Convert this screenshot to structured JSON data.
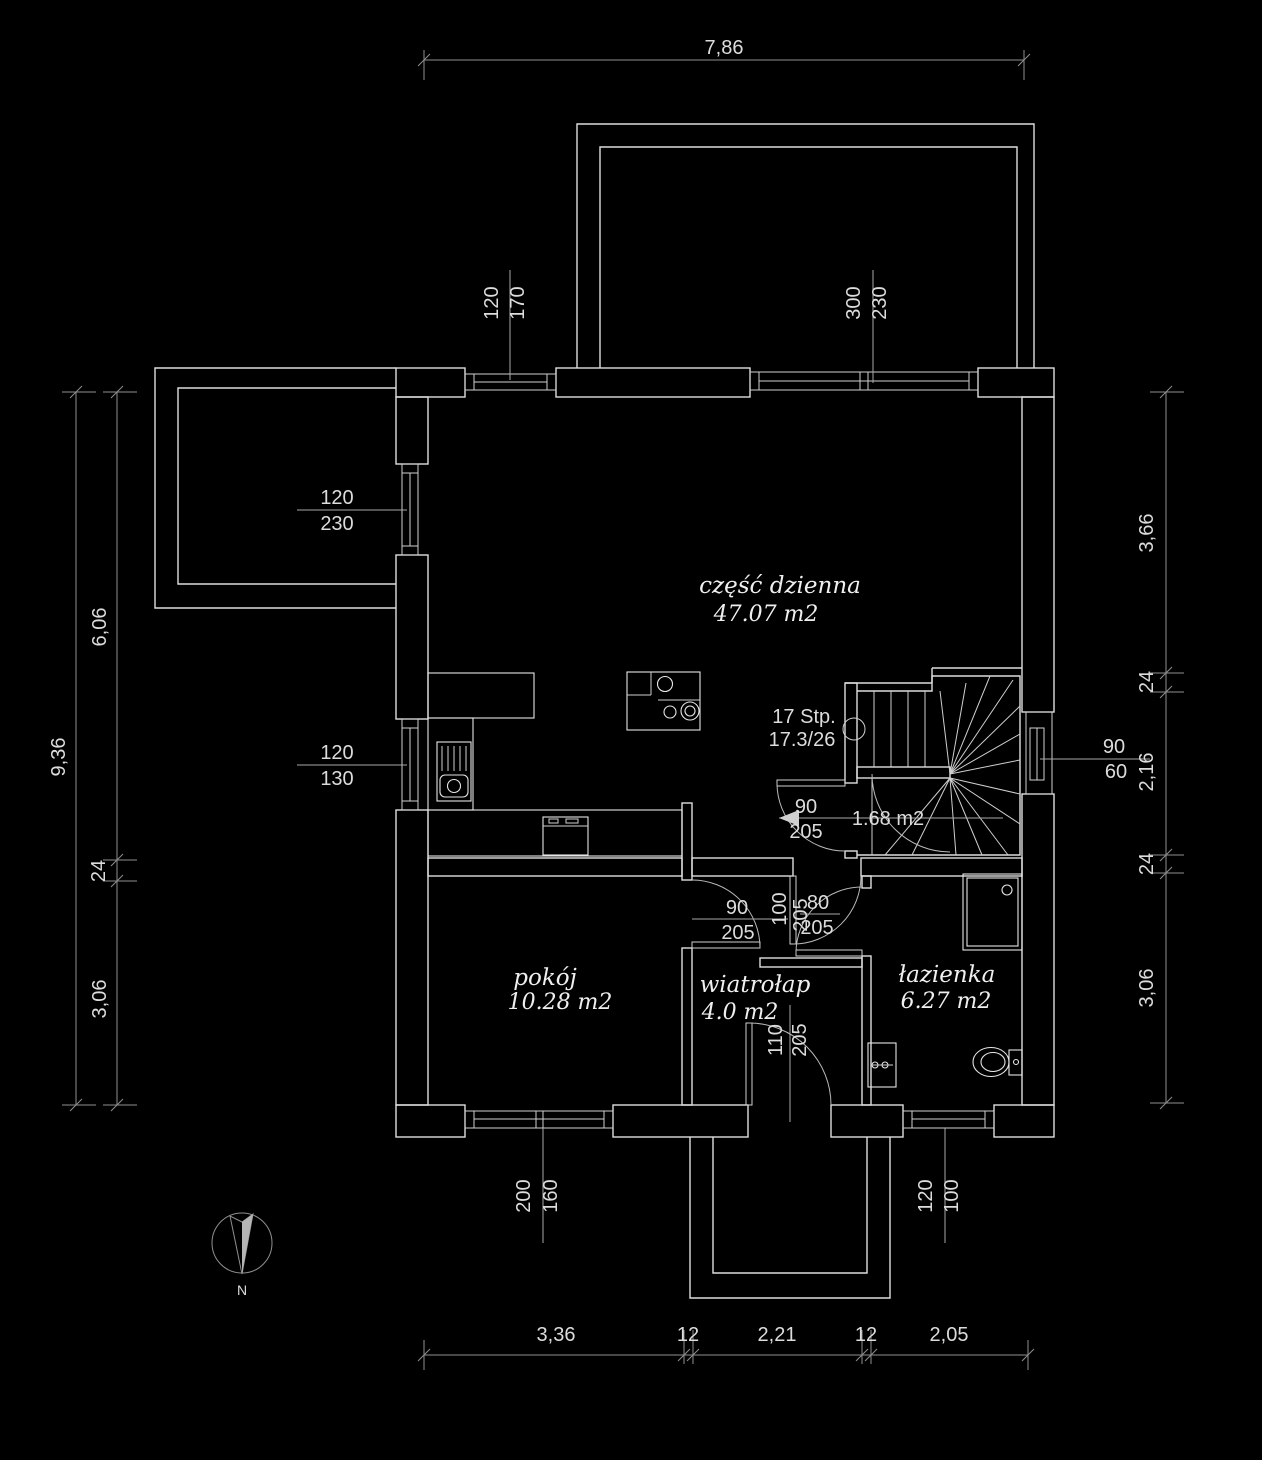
{
  "plan": {
    "rooms": [
      {
        "label": "część dzienna",
        "area": "47.07 m2"
      },
      {
        "label": "pokój",
        "area": "10.28 m2"
      },
      {
        "label": "wiatrołap",
        "area": "4.0 m2"
      },
      {
        "label": "łazienka",
        "area": "6.27 m2"
      },
      {
        "label": "",
        "area": "1.68 m2"
      }
    ],
    "stairs": {
      "steps": "17 Stp.",
      "ratio": "17.3/26"
    },
    "north_label": "N",
    "dimensions": {
      "top": "7,86",
      "left_total": "9,36",
      "left_upper": "6,06",
      "left_wall": "24",
      "left_lower": "3,06",
      "right_upper": "3,66",
      "right_wall_top": "24",
      "right_mid": "2,16",
      "right_wall_bottom": "24",
      "right_lower": "3,06",
      "bottom": [
        "3,36",
        "12",
        "2,21",
        "12",
        "2,05"
      ]
    },
    "openings": {
      "win_top_left": {
        "w": "120",
        "h": "170"
      },
      "win_top_right": {
        "w": "300",
        "h": "230"
      },
      "win_west_upper": {
        "w": "120",
        "h": "230"
      },
      "win_west_lower": {
        "w": "120",
        "h": "130"
      },
      "win_east": {
        "w": "90",
        "h": "60"
      },
      "win_pokoj": {
        "w": "200",
        "h": "160"
      },
      "win_lazienka": {
        "w": "120",
        "h": "100"
      },
      "door_stairs": {
        "w": "90",
        "h": "205"
      },
      "door_pokoj": {
        "w": "90",
        "h": "205"
      },
      "door_hall": {
        "w": "100",
        "h": "205"
      },
      "door_lazienka": {
        "w": "80",
        "h": "205"
      },
      "door_entry": {
        "w": "110",
        "h": "205"
      }
    }
  }
}
